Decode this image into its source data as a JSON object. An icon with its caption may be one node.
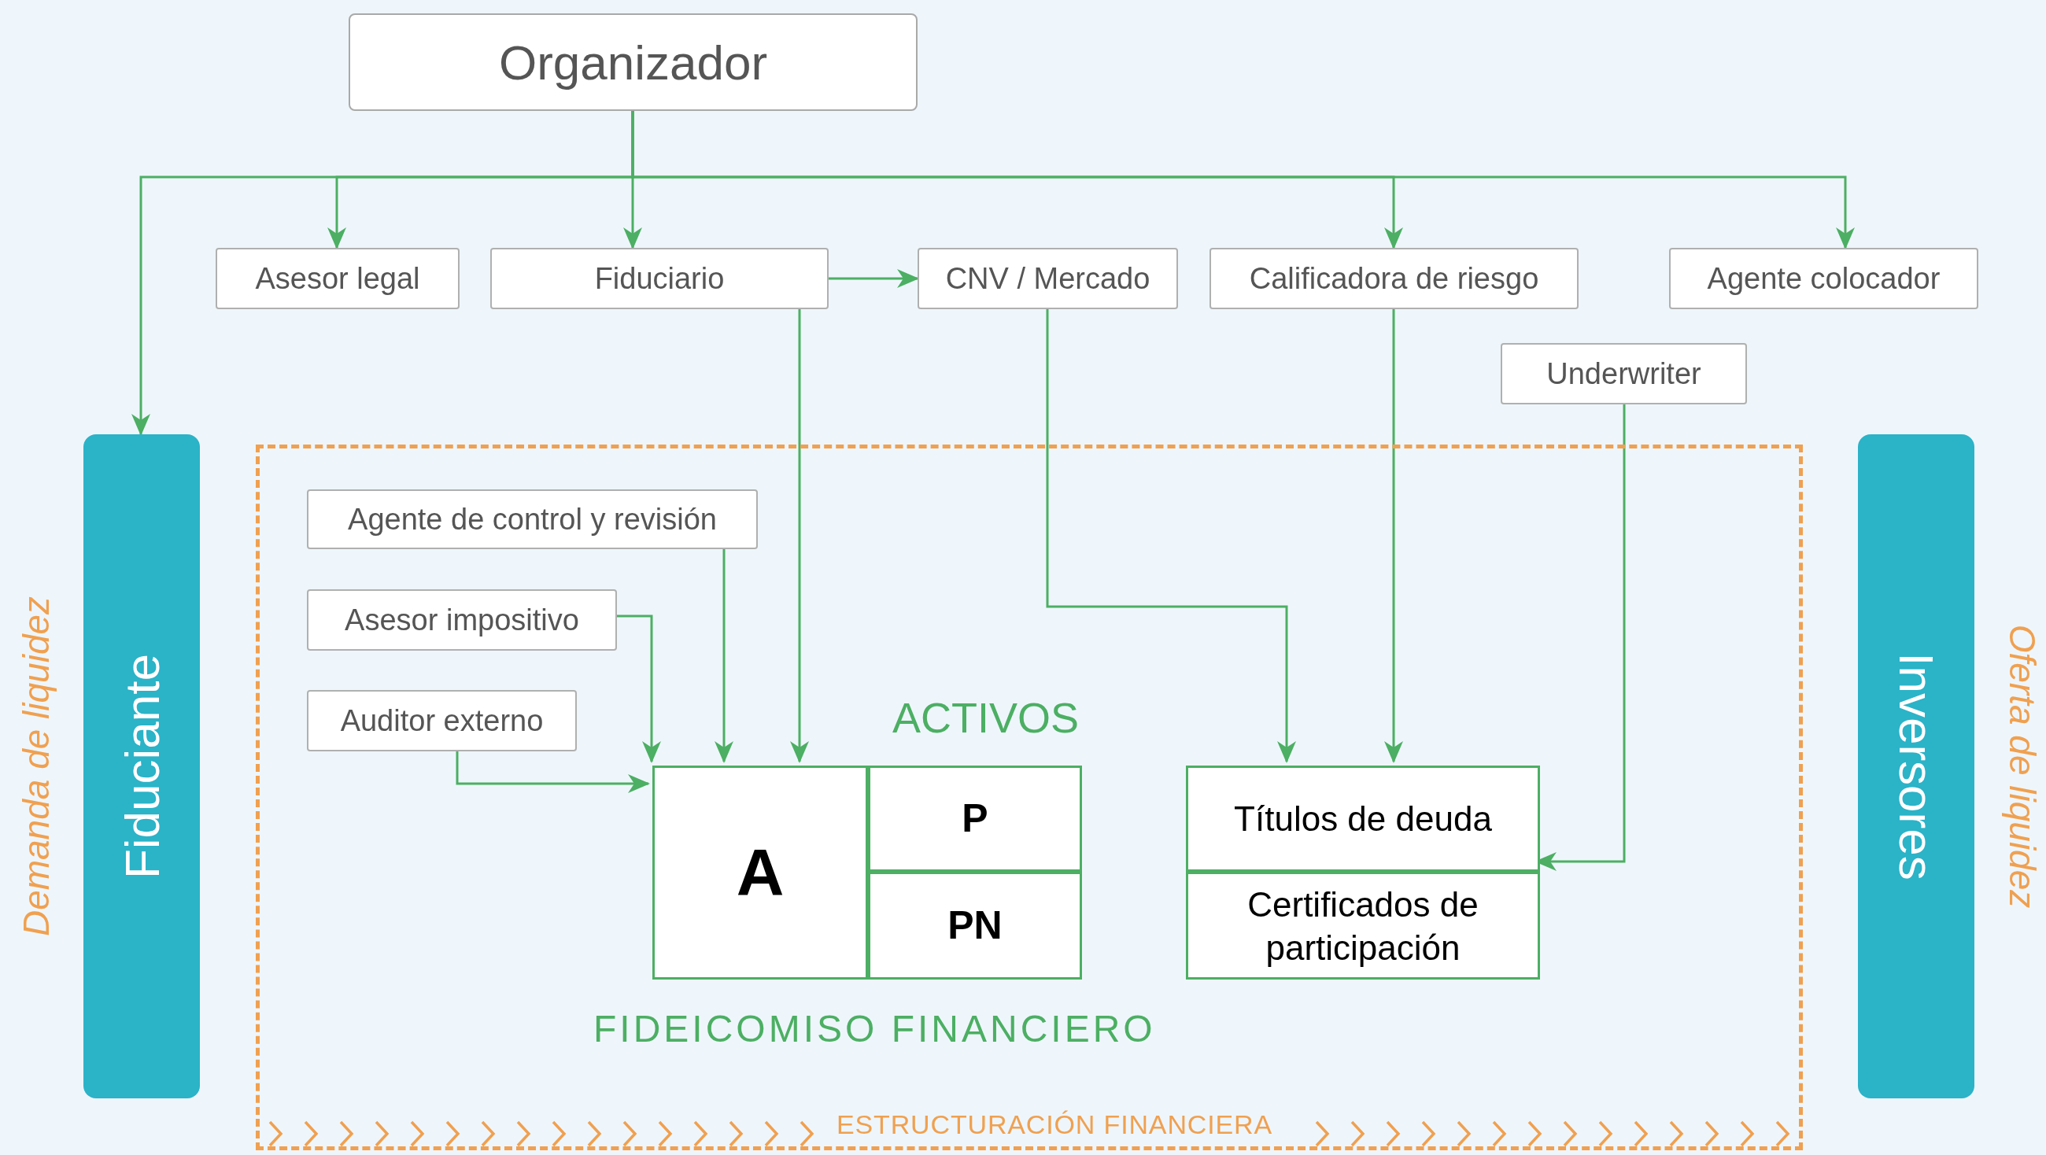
{
  "diagram": {
    "nodes": [
      {
        "text": [
          "Organizador"
        ]
      },
      {
        "text": [
          "Asesor legal"
        ]
      },
      {
        "text": [
          "Fiduciario"
        ]
      },
      {
        "text": [
          "CNV / Mercado"
        ]
      },
      {
        "text": [
          "Calificadora de riesgo"
        ]
      },
      {
        "text": [
          "Agente colocador"
        ]
      },
      {
        "text": [
          "Underwriter"
        ]
      },
      {
        "text": [
          "Fiduciante"
        ],
        "beside": [
          "Demanda de liquidez"
        ]
      },
      {
        "text": [
          "ESTRUCTURACIÓN FINANCIERA"
        ]
      },
      {
        "text": [
          "Agente de control y revisión"
        ],
        "in": 8
      },
      {
        "text": [
          "Asesor impositivo"
        ],
        "in": 8
      },
      {
        "text": [
          "Auditor externo"
        ],
        "in": 8
      },
      {
        "text": [
          "A"
        ],
        "in": 8
      },
      {
        "text": [
          "P"
        ],
        "in": 8
      },
      {
        "text": [
          "PN"
        ],
        "in": 8
      },
      {
        "text": [
          "Títulos de deuda"
        ],
        "in": 8
      },
      {
        "text": [
          "Certificados de participación"
        ],
        "in": 8
      },
      {
        "text": [
          "Inversores"
        ],
        "beside": [
          "Oferta de liquidez"
        ]
      }
    ],
    "edges": [
      {
        "from": 0,
        "to": 1,
        "arrow": "to"
      },
      {
        "from": 0,
        "to": 2,
        "arrow": "to"
      },
      {
        "from": 0,
        "to": 4,
        "arrow": "to"
      },
      {
        "from": 0,
        "to": 5,
        "arrow": "to"
      },
      {
        "from": 0,
        "to": 7,
        "arrow": "to"
      },
      {
        "from": 2,
        "to": 3,
        "arrow": "to"
      },
      {
        "from": 2,
        "to": 12,
        "arrow": "to"
      },
      {
        "from": 9,
        "to": 12,
        "arrow": "to"
      },
      {
        "from": 10,
        "to": 12,
        "arrow": "to"
      },
      {
        "from": 11,
        "to": 12,
        "arrow": "to"
      },
      {
        "from": 3,
        "to": 15,
        "arrow": "to"
      },
      {
        "from": 4,
        "to": 15,
        "arrow": "to"
      },
      {
        "from": 6,
        "to": 15,
        "arrow": "to"
      }
    ],
    "labels": [
      "ACTIVOS",
      "FIDEICOMISO FINANCIERO"
    ]
  }
}
